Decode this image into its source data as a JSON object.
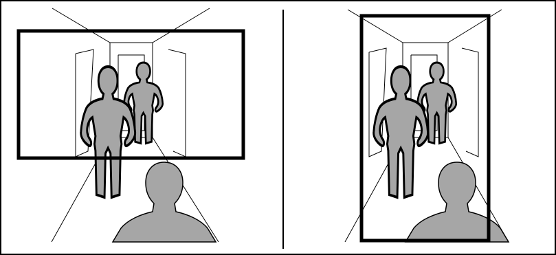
{
  "figure": {
    "panels": [
      {
        "name": "landscape",
        "crop_orientation": "landscape"
      },
      {
        "name": "portrait",
        "crop_orientation": "portrait"
      }
    ],
    "colors": {
      "line": "#000000",
      "figure_fill": "#a6a6a6",
      "background": "#ffffff"
    }
  }
}
